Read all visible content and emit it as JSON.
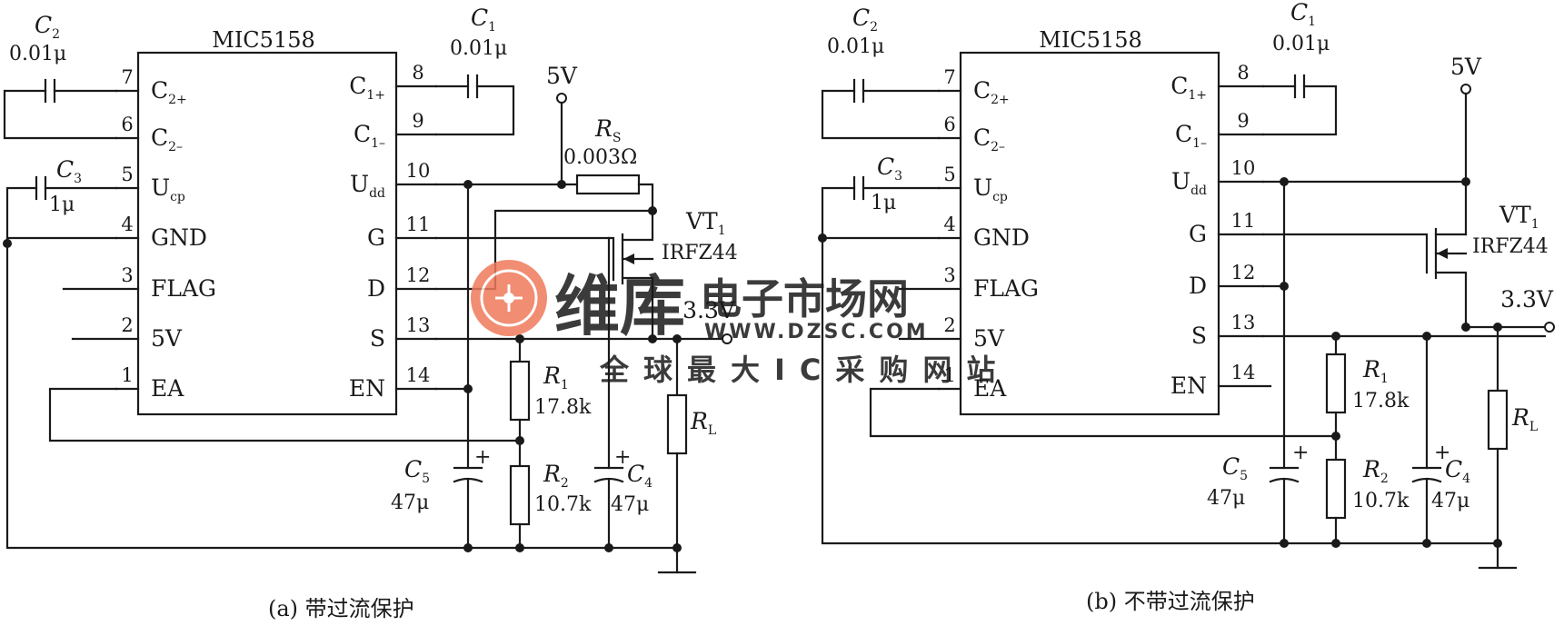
{
  "chip_name": "MIC5158",
  "captions": {
    "a": "(a) 带过流保护",
    "b": "(b) 不带过流保护"
  },
  "pins": {
    "left": [
      {
        "num": "7",
        "name": "C",
        "sub": "2+"
      },
      {
        "num": "6",
        "name": "C",
        "sub": "2–"
      },
      {
        "num": "5",
        "name": "U",
        "sub": "cp"
      },
      {
        "num": "4",
        "name": "GND",
        "sub": ""
      },
      {
        "num": "3",
        "name": "FLAG",
        "sub": ""
      },
      {
        "num": "2",
        "name": "5V",
        "sub": ""
      },
      {
        "num": "1",
        "name": "EA",
        "sub": ""
      }
    ],
    "right": [
      {
        "num": "8",
        "name": "C",
        "sub": "1+"
      },
      {
        "num": "9",
        "name": "C",
        "sub": "1–"
      },
      {
        "num": "10",
        "name": "U",
        "sub": "dd"
      },
      {
        "num": "11",
        "name": "G",
        "sub": ""
      },
      {
        "num": "12",
        "name": "D",
        "sub": ""
      },
      {
        "num": "13",
        "name": "S",
        "sub": ""
      },
      {
        "num": "14",
        "name": "EN",
        "sub": ""
      }
    ]
  },
  "components": {
    "c1": {
      "ref": "C",
      "sub": "1",
      "value": "0.01μ"
    },
    "c2": {
      "ref": "C",
      "sub": "2",
      "value": "0.01μ"
    },
    "c3": {
      "ref": "C",
      "sub": "3",
      "value": "1μ"
    },
    "c4": {
      "ref": "C",
      "sub": "4",
      "value": "47μ"
    },
    "c5": {
      "ref": "C",
      "sub": "5",
      "value": "47μ"
    },
    "r1": {
      "ref": "R",
      "sub": "1",
      "value": "17.8k"
    },
    "r2": {
      "ref": "R",
      "sub": "2",
      "value": "10.7k"
    },
    "rs": {
      "ref": "R",
      "sub": "S",
      "value": "0.003Ω"
    },
    "rl": {
      "ref": "R",
      "sub": "L"
    },
    "vt": {
      "ref": "VT",
      "sub": "1",
      "value": "IRFZ44"
    }
  },
  "nets": {
    "vin": "5V",
    "vout": "3.3V",
    "polarity": "+"
  },
  "watermark": {
    "line1": "维库",
    "line2": "电子市场网",
    "url": "WWW.DZSC.COM",
    "slogan": "全球最大IC采购网站"
  }
}
